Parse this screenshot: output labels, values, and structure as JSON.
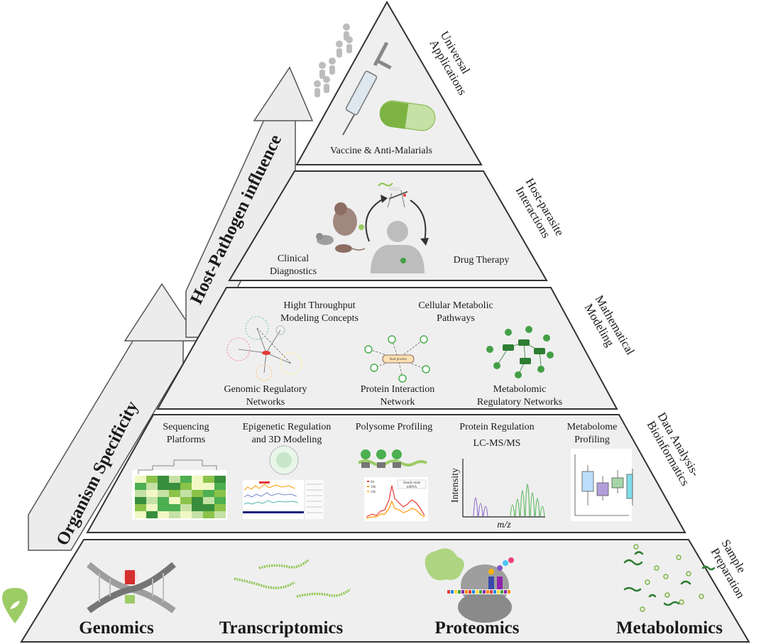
{
  "arrows": {
    "organism_specificity": "Organism Specificity",
    "host_pathogen_influence": "Host-Pathogen influence"
  },
  "tiers": {
    "universal": {
      "title_lines": [
        "Universal",
        "Applications"
      ],
      "items": [
        "Vaccine & Anti-Malarials"
      ]
    },
    "host_parasite": {
      "title_lines": [
        "Host-parasite",
        "Interactions"
      ],
      "clinical_lines": [
        "Clinical",
        "Diagnostics"
      ],
      "drug_therapy": "Drug Therapy"
    },
    "mathematical": {
      "title_lines": [
        "Mathematical",
        "Modeling"
      ],
      "high_throughput_lines": [
        "Hight Throughput",
        "Modeling Concepts"
      ],
      "cellular_lines": [
        "Cellular Metabolic",
        "Pathways"
      ],
      "genomic_lines": [
        "Genomic Regulatory",
        "Networks"
      ],
      "protein_lines": [
        "Protein Interaction",
        "Network"
      ],
      "metabolomic_lines": [
        "Metabolomic",
        "Regulatory Networks"
      ],
      "bait_label": "Bait protein"
    },
    "data_analysis": {
      "title_lines": [
        "Data Analysis-",
        "Bioinformatics"
      ],
      "sequencing_lines": [
        "Sequencing",
        "Platforms"
      ],
      "epigenetic_lines": [
        "Epigenetic Regulation",
        "and 3D Modeling"
      ],
      "polysome": "Polysome Profiling",
      "protein_regulation": "Protein Regulation",
      "lcms": "LC-MS/MS",
      "metabolome_lines": [
        "Metabolome",
        "Profiling"
      ],
      "intensity_label": "Intensity",
      "mz_label": "m/z",
      "steady_state_lines": [
        "Steady-state",
        "mRNA"
      ],
      "legend_items": [
        "0h",
        "18h",
        "36h"
      ]
    },
    "sample_prep": {
      "title_lines": [
        "Sample",
        "Preparation"
      ],
      "genomics": "Genomics",
      "transcriptomics": "Transcriptomics",
      "proteomics": "Proteomics",
      "metabolomics": "Metabolomics"
    }
  },
  "colors": {
    "tier_fill": "#efefef",
    "tier_stroke": "#333333",
    "arrow_fill": "#ececec",
    "green": "#4caf50",
    "dark_green": "#2e7d32",
    "light_green": "#9ccc65"
  }
}
